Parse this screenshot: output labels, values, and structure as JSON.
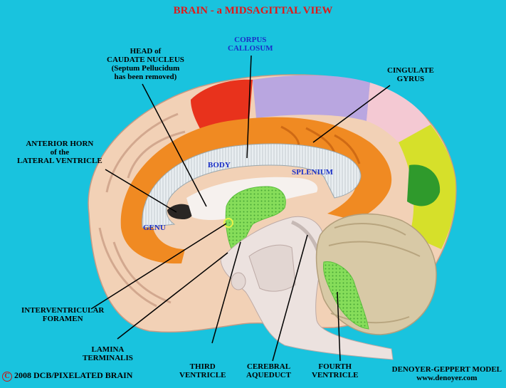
{
  "title": "BRAIN - a MIDSAGITTAL VIEW",
  "labels": {
    "corpus_callosum": [
      "CORPUS",
      "CALLOSUM"
    ],
    "head_caudate": [
      "HEAD of",
      "CAUDATE NUCLEUS",
      "(Septum Pellucidum",
      "has been removed)"
    ],
    "cingulate_gyrus": [
      "CINGULATE",
      "GYRUS"
    ],
    "anterior_horn": [
      "ANTERIOR HORN",
      "of the",
      "LATERAL VENTRICLE"
    ],
    "body": "BODY",
    "splenium": "SPLENIUM",
    "genu": "GENU",
    "interventricular_foramen": [
      "INTERVENTRICULAR",
      "FORAMEN"
    ],
    "lamina_terminalis": [
      "LAMINA",
      "TERMINALIS"
    ],
    "third_ventricle": [
      "THIRD",
      "VENTRICLE"
    ],
    "cerebral_aqueduct": [
      "CEREBRAL",
      "AQUEDUCT"
    ],
    "fourth_ventricle": [
      "FOURTH",
      "VENTRICLE"
    ]
  },
  "credit": [
    "DENOYER-GEPPERT MODEL",
    "www.denoyer.com"
  ],
  "copyright": {
    "symbol": "C",
    "text": "2008  DCB/PIXELATED BRAIN"
  },
  "colors": {
    "background": "#19c3de",
    "title": "#e21717",
    "inner_label": "#1a2fc8",
    "cortex": "#f3d2b8",
    "cingulate": "#f08a22",
    "corpus_callosum": "#e6ecef",
    "ventricle_highlight": "#7ed957",
    "frontal_red": "#e8321c",
    "parietal_purple": "#b9a6e0",
    "occipital_yellow": "#d6e02a",
    "cerebellum": "#d8c9a6",
    "brainstem": "#ece2df"
  }
}
